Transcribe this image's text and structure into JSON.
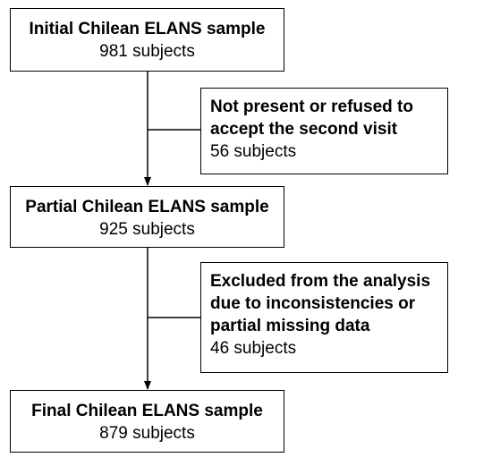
{
  "boxes": {
    "initial": {
      "title": "Initial Chilean ELANS sample",
      "count": "981 subjects"
    },
    "excluded_visit": {
      "title_lines": [
        "Not present or refused to",
        "accept the second visit"
      ],
      "count": "56 subjects"
    },
    "partial": {
      "title": "Partial Chilean ELANS sample",
      "count": "925 subjects"
    },
    "excluded_analysis": {
      "title_lines": [
        "Excluded from the analysis",
        "due to inconsistencies or",
        "partial missing data"
      ],
      "count": "46 subjects"
    },
    "final": {
      "title": "Final Chilean ELANS sample",
      "count": "879 subjects"
    }
  }
}
